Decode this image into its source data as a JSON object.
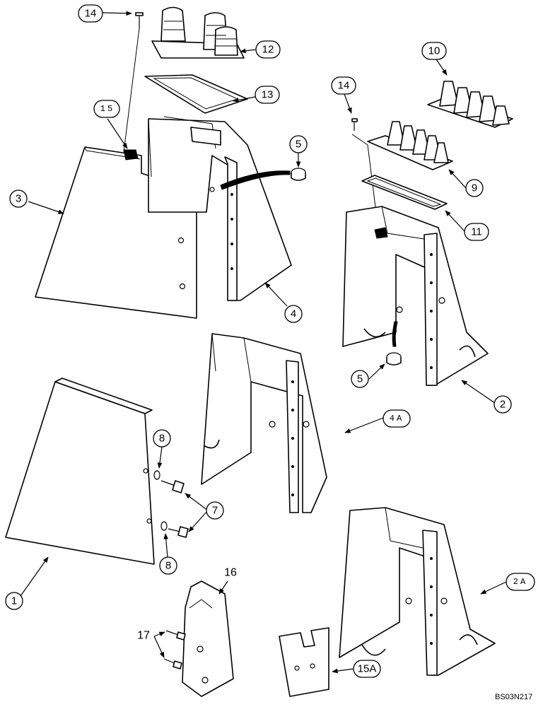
{
  "callouts": {
    "c1": "1",
    "c2": "2",
    "c2a": "2A",
    "c3": "3",
    "c4": "4",
    "c4a": "4A",
    "c5a": "5",
    "c5b": "5",
    "c7": "7",
    "c8a": "8",
    "c8b": "8",
    "c9": "9",
    "c10": "10",
    "c11": "11",
    "c12": "12",
    "c13": "13",
    "c14a": "14",
    "c14b": "14",
    "c15": "15",
    "c15a": "15A",
    "c16": "16",
    "c17": "17"
  },
  "drawing_code": "BS03N217"
}
